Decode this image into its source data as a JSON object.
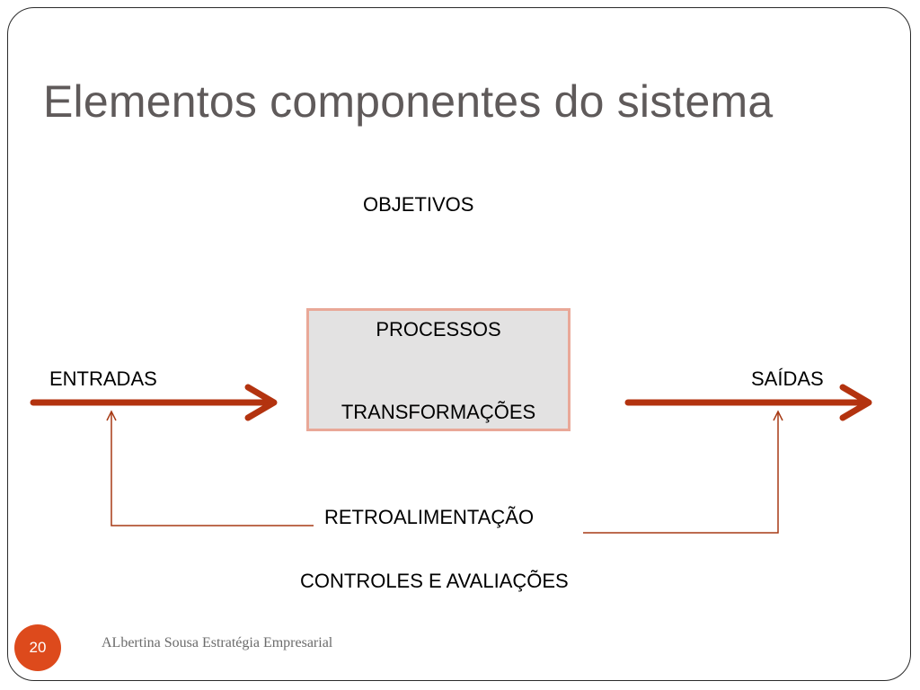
{
  "slide": {
    "title": "Elementos componentes do sistema",
    "slide_number": "20",
    "footer": "ALbertina Sousa Estratégia Empresarial"
  },
  "diagram": {
    "objectives": "OBJETIVOS",
    "inputs": "ENTRADAS",
    "outputs": "SAÍDAS",
    "process_line1": "PROCESSOS",
    "process_line2": "TRANSFORMAÇÕES",
    "feedback": "RETROALIMENTAÇÃO",
    "controls": "CONTROLES E AVALIAÇÕES"
  },
  "colors": {
    "arrow": "#b3330f",
    "feedback_line": "#a73a15",
    "box_fill": "#e3e2e2",
    "box_border": "#e9a898",
    "slide_number_badge": "#dd4a1c",
    "title": "#5f5a5a"
  }
}
